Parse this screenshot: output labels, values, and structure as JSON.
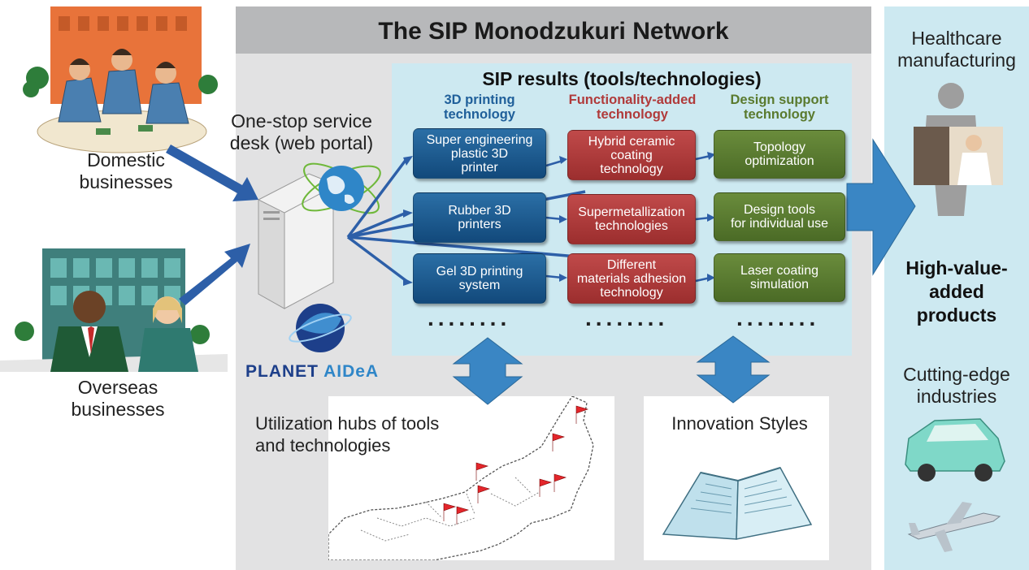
{
  "header": {
    "title": "The SIP Monodzukuri Network"
  },
  "left": {
    "domestic_label": "Domestic\nbusinesses",
    "overseas_label": "Overseas\nbusinesses"
  },
  "portal": {
    "label": "One-stop service\ndesk (web portal)",
    "logo_text_1": "PLANET",
    "logo_text_2": "AIDeA"
  },
  "results": {
    "title": "SIP results (tools/technologies)",
    "columns": [
      {
        "heading": "3D printing\ntechnology",
        "color": "#1f5f9a",
        "items": [
          "Super engineering\nplastic 3D\nprinter",
          "Rubber 3D\nprinters",
          "Gel 3D printing\nsystem"
        ]
      },
      {
        "heading": "Functionality-added\ntechnology",
        "color": "#b03a3a",
        "items": [
          "Hybrid ceramic\ncoating\ntechnology",
          "Supermetallization\ntechnologies",
          "Different\nmaterials adhesion\ntechnology"
        ]
      },
      {
        "heading": "Design support\ntechnology",
        "color": "#5a7a2e",
        "items": [
          "Topology\noptimization",
          "Design tools\nfor individual use",
          "Laser coating\nsimulation"
        ]
      }
    ],
    "ellipsis": "........"
  },
  "bottom": {
    "hubs_label": "Utilization hubs of tools\nand technologies",
    "innovation_label": "Innovation Styles"
  },
  "right": {
    "healthcare_label": "Healthcare\nmanufacturing",
    "products_label": "High-value-\nadded\nproducts",
    "industries_label": "Cutting-edge\nindustries"
  },
  "colors": {
    "arrow_blue": "#2d5fa8",
    "big_arrow": "#3a86c4",
    "panel_gray": "#e2e2e3",
    "header_gray": "#b7b8ba",
    "light_blue": "#cde9f1"
  }
}
